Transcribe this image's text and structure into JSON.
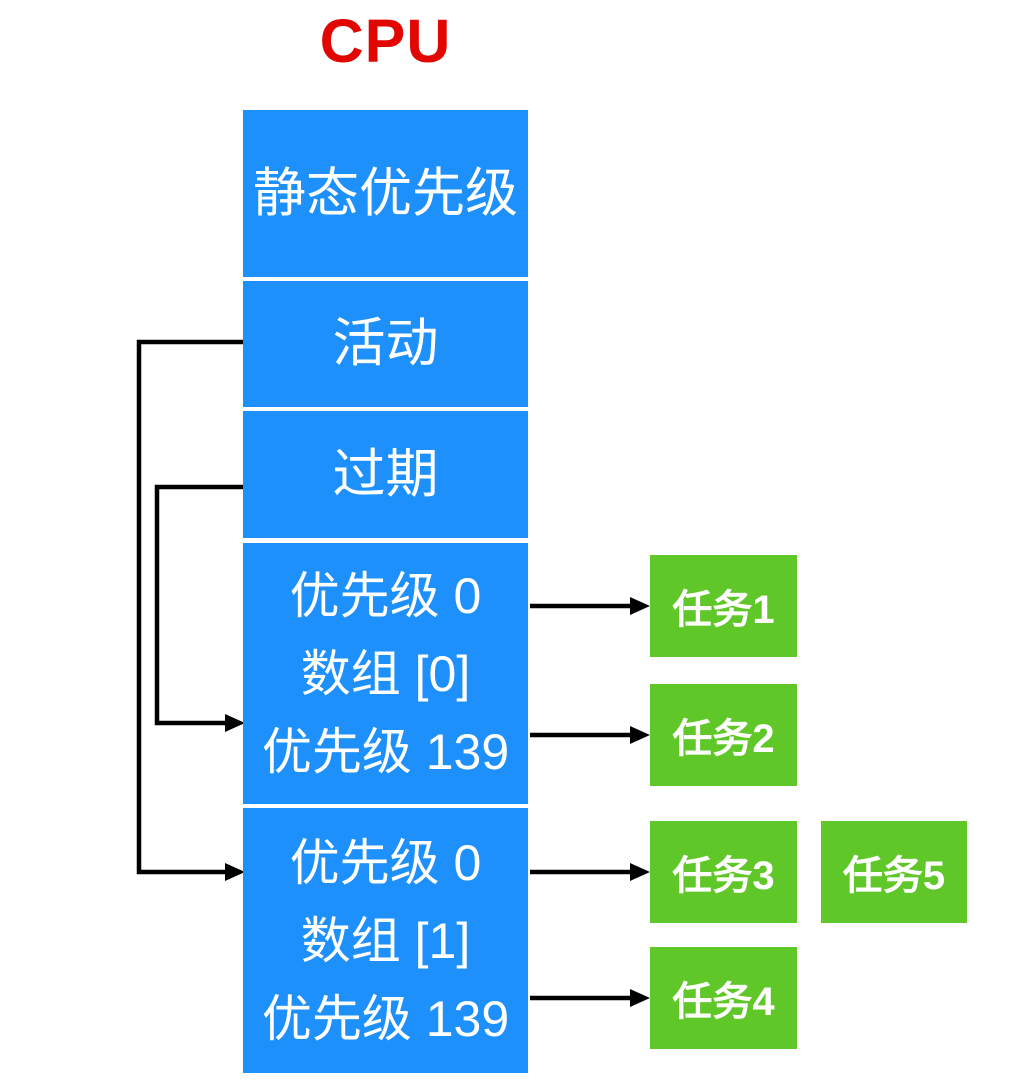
{
  "title": "CPU",
  "colors": {
    "title_red": "#e10600",
    "box_blue": "#1e90fb",
    "task_green": "#60c729",
    "arrow_black": "#000000",
    "text_white": "#ffffff"
  },
  "cpu_column": {
    "sections": [
      {
        "id": "static-priority",
        "label": "静态优先级"
      },
      {
        "id": "active",
        "label": "活动"
      },
      {
        "id": "expired",
        "label": "过期"
      },
      {
        "id": "array-0",
        "lines": [
          "优先级 0",
          "数组 [0]",
          "优先级 139"
        ]
      },
      {
        "id": "array-1",
        "lines": [
          "优先级 0",
          "数组 [1]",
          "优先级 139"
        ]
      }
    ]
  },
  "tasks": [
    {
      "id": "task-1",
      "label": "任务1"
    },
    {
      "id": "task-2",
      "label": "任务2"
    },
    {
      "id": "task-3",
      "label": "任务3"
    },
    {
      "id": "task-4",
      "label": "任务4"
    },
    {
      "id": "task-5",
      "label": "任务5"
    }
  ],
  "connections": [
    {
      "from": "活动",
      "to": "数组 [1]"
    },
    {
      "from": "过期",
      "to": "数组 [0]"
    },
    {
      "from": "数组 [0]",
      "to": "任务1"
    },
    {
      "from": "数组 [0]",
      "to": "任务2"
    },
    {
      "from": "数组 [1]",
      "to": "任务3"
    },
    {
      "from": "数组 [1]",
      "to": "任务4"
    }
  ]
}
